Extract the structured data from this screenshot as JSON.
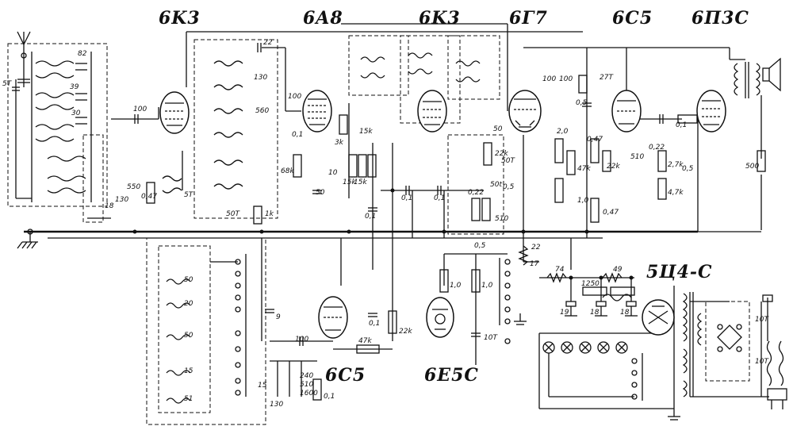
{
  "tube_labels": {
    "rf_amp": "6K3",
    "converter": "6A8",
    "if_amp": "6K3",
    "detector": "6Г7",
    "driver": "6C5",
    "output": "6П3С",
    "oscillator": "6C5",
    "tuning_eye": "6E5C",
    "rectifier": "5Ц4-С"
  },
  "component_values": {
    "antenna_c": "5T",
    "c82": "82",
    "c39": "39",
    "c30": "30",
    "c100_a": "100",
    "c550": "550",
    "c130_a": "130",
    "c18": "18",
    "r047_a": "0,47",
    "c22": "22",
    "c130_b": "130",
    "c560": "560",
    "c100_b": "100",
    "c5t": "5T",
    "c50t_a": "50T",
    "r1k": "1k",
    "r68k": "68k",
    "r01_a": "0,1",
    "c50": "50",
    "r3k": "3k",
    "c10": "10",
    "r15k_a": "15k",
    "r15k_b": "15k",
    "r15k_c": "15k",
    "c01_a": "0,1",
    "c01_b": "0,1",
    "c01_c": "0,1",
    "c100_c": "100",
    "c100_d": "100",
    "c27t": "27T",
    "c05": "0,5",
    "r047_b": "0,47",
    "c50_b": "50",
    "r22k_a": "22k",
    "c50t_b": "50T",
    "r022": "0,22",
    "c50t_c": "50t",
    "r05": "0,5",
    "c510_a": "510",
    "r20": "2,0",
    "r47k_a": "47k",
    "r10_a": "1,0",
    "r22k_b": "22k",
    "r047_c": "0,47",
    "c510_b": "510",
    "r022_b": "0,22",
    "r27k": "2,7k",
    "r47k_b": "4,7k",
    "c05_b": "0,5",
    "r01_b": "0,1",
    "r500": "500",
    "c22_c": "22",
    "r17": "17",
    "r74": "74",
    "r1250": "1250",
    "r49": "49",
    "c19": "19",
    "c18_b": "18",
    "c18_c": "18",
    "c9": "9",
    "c100_e": "100",
    "r47k_c": "47k",
    "c01_d": "0,1",
    "r22k_c": "22k",
    "r10_b": "1,0",
    "r10_c": "1,0",
    "c10t_a": "10T",
    "c15": "15",
    "c240": "240",
    "c510_c": "510",
    "c1600": "1600",
    "c130_c": "130",
    "r01_c": "0,1",
    "osc_c1": "50",
    "osc_c2": "20",
    "osc_c3": "50",
    "osc_c4": "15",
    "osc_c5": "51",
    "c10t_b": "10T",
    "c10t_c": "10T",
    "c05_c": "0,5"
  }
}
